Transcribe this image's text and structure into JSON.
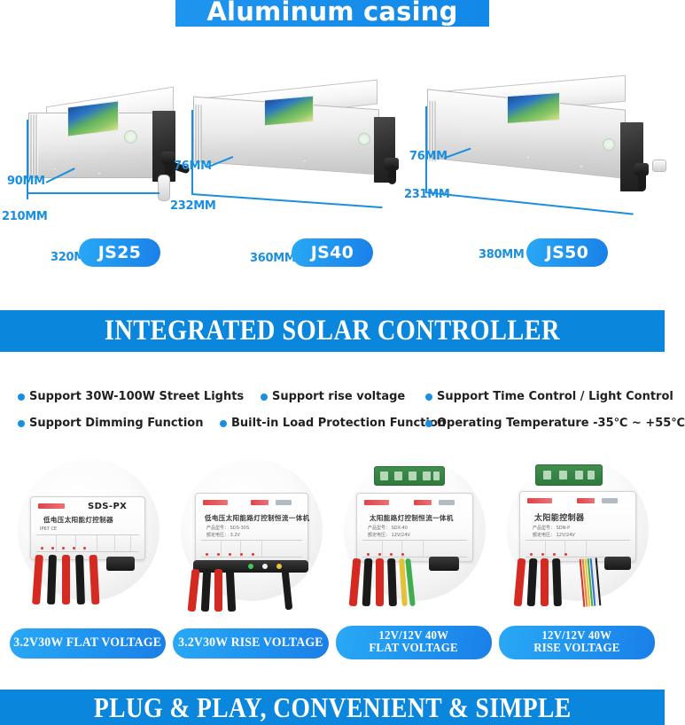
{
  "top_banner": {
    "title": "Aluminum casing"
  },
  "casings": [
    {
      "model": "JS25",
      "dims": {
        "depth": "90MM",
        "height": "210MM",
        "length": "320MM"
      }
    },
    {
      "model": "JS40",
      "dims": {
        "depth": "76MM",
        "height": "232MM",
        "length": "360MM"
      }
    },
    {
      "model": "JS50",
      "dims": {
        "depth": "76MM",
        "height": "231MM",
        "length": "380MM"
      }
    }
  ],
  "solar_banner": {
    "title": "INTEGRATED SOLAR CONTROLLER"
  },
  "features": [
    {
      "label": "Support 30W-100W Street Lights"
    },
    {
      "label": "Support rise voltage"
    },
    {
      "label": "Support Time Control / Light Control"
    },
    {
      "label": "Support Dimming Function"
    },
    {
      "label": "Built-in Load Protection Function"
    },
    {
      "label": "Operating Temperature -35℃ ~ +55℃"
    }
  ],
  "controllers": [
    {
      "model_text": "SDS-PX",
      "cn_title": "低电压太阳能灯控制器",
      "cn_sub1": "IP67  CE",
      "cn_sub2": "",
      "caption_line1": "3.2V30W FLAT VOLTAGE",
      "caption_line2": ""
    },
    {
      "model_text": "",
      "cn_title": "低电压太阳能路灯控制恒流一体机",
      "cn_sub1": "产品型号：  SDS-30S",
      "cn_sub2": "额定电压：  3.2V",
      "caption_line1": "3.2V30W RISE VOLTAGE",
      "caption_line2": ""
    },
    {
      "model_text": "",
      "cn_title": "太阳能路灯控制恒流一体机",
      "cn_sub1": "产品型号：  SDX-40",
      "cn_sub2": "额定电压：  12V/24V",
      "caption_line1": "12V/12V 40W",
      "caption_line2": "FLAT VOLTAGE"
    },
    {
      "model_text": "",
      "cn_title": "太阳能控制器",
      "cn_sub1": "产品型号：  SDN-P",
      "cn_sub2": "额定电压：  12V/24V",
      "caption_line1": "12V/12V 40W",
      "caption_line2": "RISE VOLTAGE"
    }
  ],
  "bottom_banner": {
    "title": "PLUG & PLAY, CONVENIENT & SIMPLE"
  },
  "colors": {
    "banner_blue": "#0b86dd",
    "pill_light": "#2aa8f5",
    "pill_dark": "#1a7fe8",
    "dim_blue": "#1a8fe0",
    "text_dark": "#231f20"
  }
}
